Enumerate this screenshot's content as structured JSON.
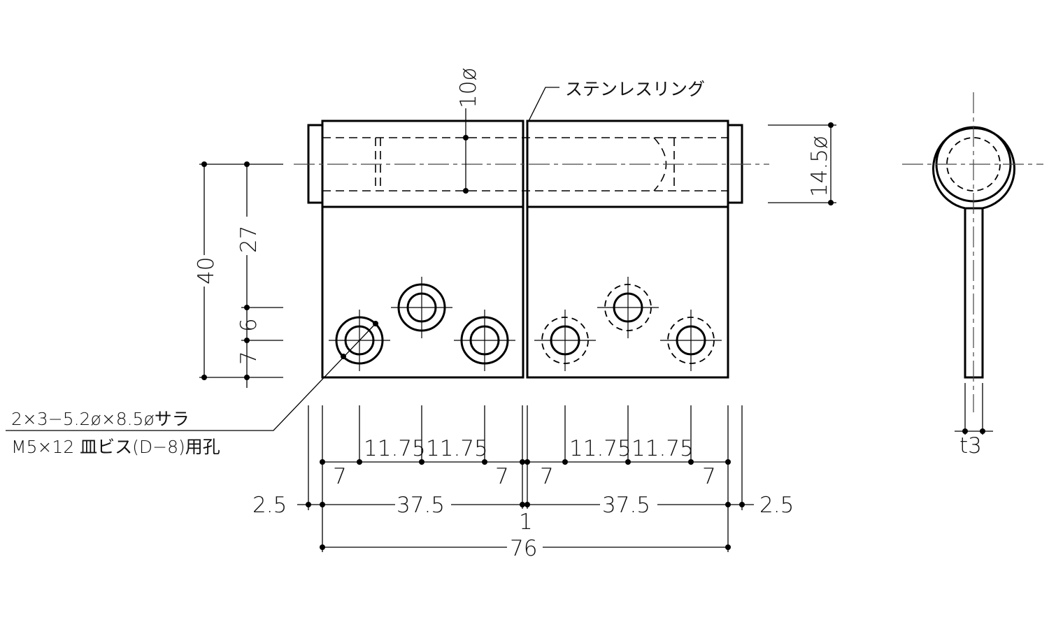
{
  "drawing": {
    "title": "Stainless ring hinge – front and side views",
    "labels": {
      "ring_callout": "ステンレスリング",
      "pin_diameter": "10ø",
      "knuckle_diameter": "14.5ø",
      "thickness": "t3",
      "hole_note_line1": "2×3−5.2ø×8.5øサラ",
      "hole_note_line2": "M5×12 皿ビス(D−8)用孔"
    },
    "vertical_dims": {
      "overall_height": "40",
      "knuckle_to_hole_row": "27",
      "hole_row_gap": "6",
      "bottom_to_hole": "7"
    },
    "horizontal_dims": {
      "left_edge_to_hole": "7",
      "hole_pitch_1": "11.75",
      "hole_pitch_2": "11.75",
      "right_hole_to_edge": "7",
      "leaf_width_left": "37.5",
      "leaf_width_right": "37.5",
      "ring_overhang_left": "2.5",
      "ring_overhang_right": "2.5",
      "gap": "1",
      "overall_width": "76"
    },
    "colors": {
      "line": "#000000",
      "background": "#ffffff"
    }
  }
}
